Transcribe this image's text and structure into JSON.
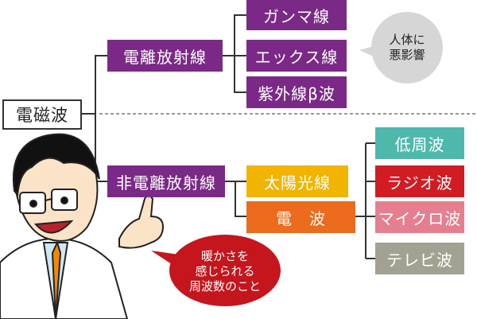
{
  "diagram": {
    "root": "電磁波",
    "ionizing": {
      "label": "電離放射線",
      "children": [
        "ガンマ線",
        "エックス線",
        "紫外線β波"
      ]
    },
    "non_ionizing": {
      "label": "非電離放射線",
      "children": [
        "太陽光線",
        "電　波"
      ],
      "radio_children": [
        "低周波",
        "ラジオ波",
        "マイクロ波",
        "テレビ波"
      ]
    }
  },
  "bubbles": {
    "health_lines": [
      "人体に",
      "悪影響"
    ],
    "warmth_lines": [
      "暖かさを",
      "感じられる",
      "周波数のこと"
    ]
  },
  "colors": {
    "ionizing": "#7a2a86",
    "sunlight": "#f1b400",
    "radio": "#ec6b1c",
    "low_freq": "#4fb8ad",
    "radio_wave": "#d21c24",
    "microwave": "#e57f90",
    "tv_wave": "#a3a191",
    "health_bubble": "#d6d6d6",
    "warmth_bubble": "#c4161c"
  }
}
